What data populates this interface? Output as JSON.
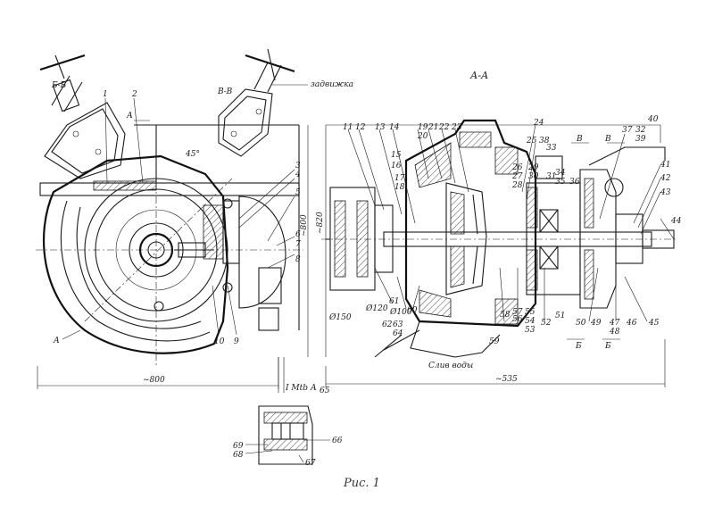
{
  "section_title": "А-А",
  "labels": {
    "valve_note": "задвижка",
    "section_bb": "Б-Б",
    "section_vv": "В-В",
    "section_a_small": "А",
    "section_a_bottom": "А",
    "section_b_mark1": "Б",
    "section_b_mark2": "Б",
    "section_v_mark1": "В",
    "section_v_mark2": "В",
    "detail_i": "I Mtb А",
    "water_drain": "Слив воды",
    "angle": "45°"
  },
  "dimensions": {
    "left_width": "~800",
    "right_width": "~535",
    "left_height": "~800",
    "right_height": "~820",
    "d_150": "Ø150",
    "d_120": "Ø120",
    "d_100": "Ø100"
  },
  "part_numbers": {
    "p1": "1",
    "p2": "2",
    "p3": "3",
    "p4": "4",
    "p5": "5",
    "p6": "6",
    "p7": "7",
    "p8": "8",
    "p9": "9",
    "p10": "10",
    "p11": "11",
    "p12": "12",
    "p13": "13",
    "p14": "14",
    "p15": "15",
    "p16": "16",
    "p17": "17",
    "p18": "18",
    "p19": "19",
    "p20": "20",
    "p21": "21",
    "p22": "22",
    "p23": "23",
    "p24": "24",
    "p25": "25",
    "p26": "26",
    "p27": "27",
    "p28": "28",
    "p29": "29",
    "p30": "30",
    "p31": "31",
    "p32": "32",
    "p33": "33",
    "p34": "34",
    "p35": "35",
    "p36": "36",
    "p37": "37",
    "p38": "38",
    "p39": "39",
    "p40": "40",
    "p41": "41",
    "p42": "42",
    "p43": "43",
    "p44": "44",
    "p45": "45",
    "p46": "46",
    "p47": "47",
    "p48": "48",
    "p49": "49",
    "p50": "50",
    "p51": "51",
    "p52": "52",
    "p53": "53",
    "p54": "54",
    "p55": "55",
    "p56": "56",
    "p57": "57",
    "p58": "58",
    "p59": "59",
    "p60": "60",
    "p61": "61",
    "p62": "62",
    "p63": "63",
    "p64": "64",
    "p65": "65",
    "p66": "66",
    "p67": "67",
    "p68": "68",
    "p69": "69"
  },
  "caption": "Рис. 1",
  "colors": {
    "ink": "#1a1a1a",
    "paper": "#ffffff"
  }
}
